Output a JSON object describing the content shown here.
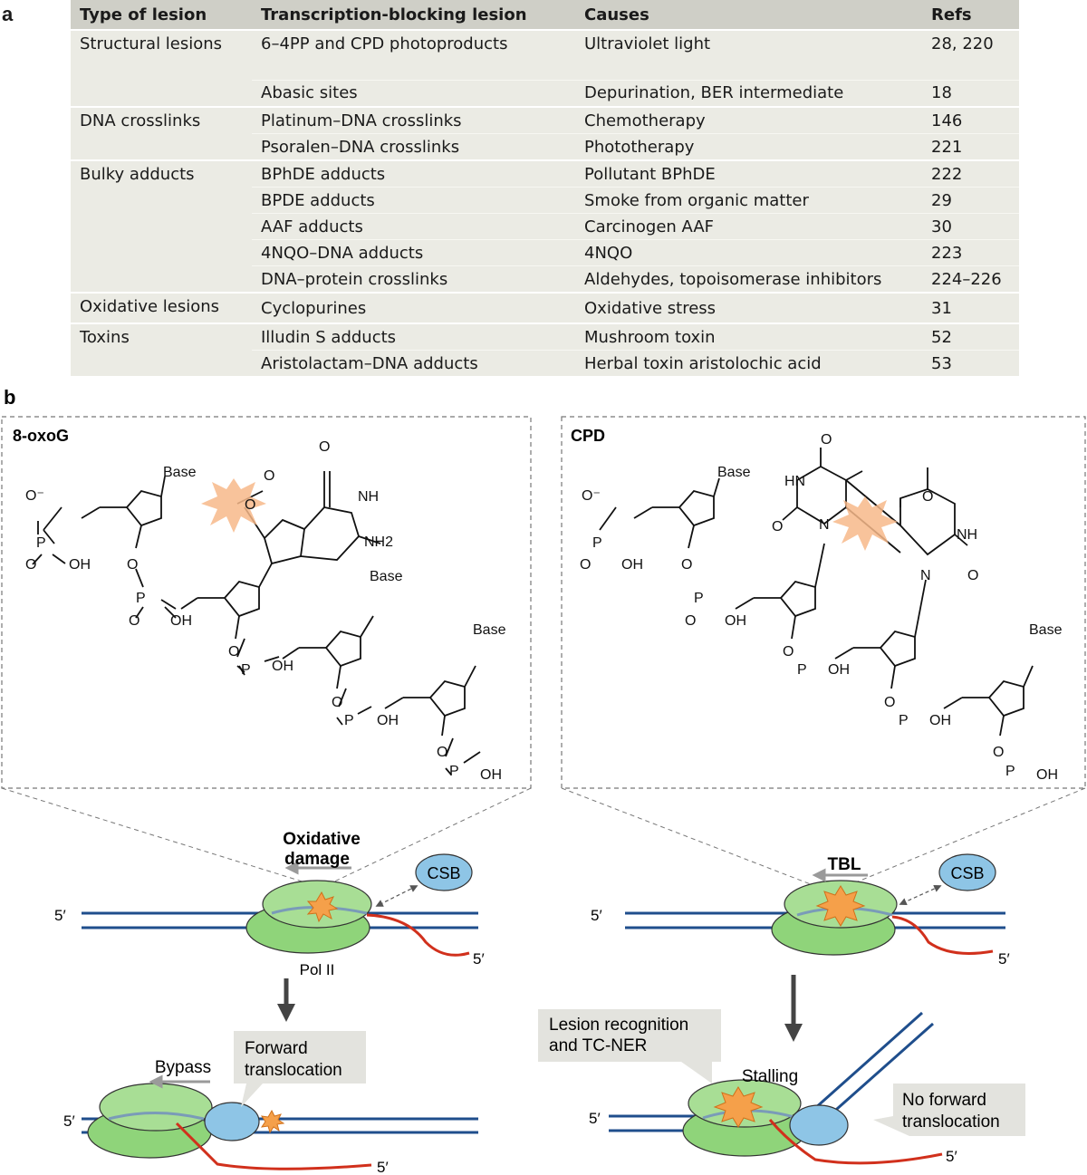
{
  "panel_a": "a",
  "panel_b": "b",
  "table": {
    "headers": [
      "Type of lesion",
      "Transcription-blocking lesion",
      "Causes",
      "Refs"
    ],
    "rows": [
      {
        "type": "Structural lesions",
        "lesion": "6–4PP and CPD photoproducts",
        "cause": "Ultraviolet light",
        "refs": "28, 220"
      },
      {
        "type": "",
        "lesion": "Abasic sites",
        "cause": "Depurination, BER intermediate",
        "refs": "18"
      },
      {
        "type": "DNA crosslinks",
        "lesion": "Platinum–DNA crosslinks",
        "cause": "Chemotherapy",
        "refs": "146"
      },
      {
        "type": "",
        "lesion": "Psoralen–DNA crosslinks",
        "cause": "Phototherapy",
        "refs": "221"
      },
      {
        "type": "Bulky adducts",
        "lesion": "BPhDE adducts",
        "cause": "Pollutant BPhDE",
        "refs": "222"
      },
      {
        "type": "",
        "lesion": "BPDE adducts",
        "cause": "Smoke from organic matter",
        "refs": "29"
      },
      {
        "type": "",
        "lesion": "AAF adducts",
        "cause": "Carcinogen AAF",
        "refs": "30"
      },
      {
        "type": "",
        "lesion": "4NQO–DNA adducts",
        "cause": "4NQO",
        "refs": "223"
      },
      {
        "type": "",
        "lesion": "DNA–protein crosslinks",
        "cause": "Aldehydes, topoisomerase inhibitors",
        "refs": "224–226"
      },
      {
        "type": "Oxidative lesions",
        "lesion": "Cyclopurines",
        "cause": "Oxidative stress",
        "refs": "31"
      },
      {
        "type": "Toxins",
        "lesion": "Illudin S adducts",
        "cause": "Mushroom toxin",
        "refs": "52"
      },
      {
        "type": "",
        "lesion": "Aristolactam–DNA adducts",
        "cause": "Herbal toxin aristolochic acid",
        "refs": "53"
      }
    ]
  },
  "left_box": {
    "title": "8-oxoG"
  },
  "right_box": {
    "title": "CPD"
  },
  "chem": {
    "base": "Base",
    "o": "O",
    "oh": "OH",
    "p": "P",
    "nh": "NH",
    "hn": "HN",
    "nh2": "NH2",
    "n": "N",
    "o_minus": "O⁻"
  },
  "left_scheme": {
    "damage_label_1": "Oxidative",
    "damage_label_2": "damage",
    "csb": "CSB",
    "pol": "Pol II",
    "five_prime": "5′",
    "bypass": "Bypass",
    "forward_1": "Forward",
    "forward_2": "translocation"
  },
  "right_scheme": {
    "tbl": "TBL",
    "csb": "CSB",
    "five_prime": "5′",
    "recog_1": "Lesion recognition",
    "recog_2": "and TC-NER",
    "stalling": "Stalling",
    "noforward_1": "No forward",
    "noforward_2": "translocation"
  },
  "colors": {
    "dna": "#1f4e8c",
    "rna": "#d1301c",
    "pol": "#8fd47a",
    "csb": "#8ec5e6",
    "lesion": "#f5a04a",
    "callout": "#e3e3de"
  }
}
